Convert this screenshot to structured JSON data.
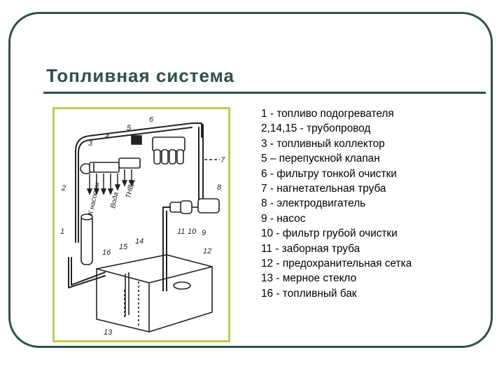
{
  "title": "Топливная система",
  "diagram": {
    "callouts": [
      "1",
      "2",
      "3",
      "4",
      "5",
      "6",
      "7",
      "8",
      "9",
      "10",
      "11",
      "12",
      "13",
      "14",
      "15",
      "16"
    ],
    "label_to_pump": "К насосам",
    "label_water": "Вода",
    "label_tnvd": "ТНВД"
  },
  "legend": [
    "1 - топливо подогревателя",
    "2,14,15 - трубопровод",
    "3 - топливный коллектор",
    "5 – перепускной клапан",
    "6 - фильтру тонкой очистки",
    "7 - нагнетательная труба",
    "8 - электродвигатель",
    "9 - насос",
    "10 - фильтр грубой очистки",
    "11 - заборная труба",
    "12 - предохранительная сетка",
    "13 - мерное стекло",
    "16 - топливный бак"
  ]
}
